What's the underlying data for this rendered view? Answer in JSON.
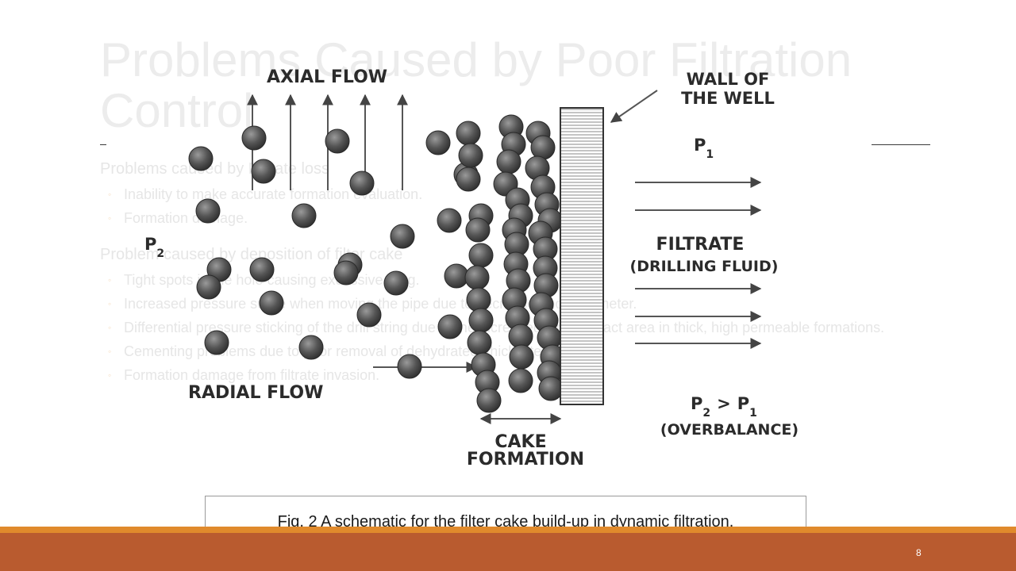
{
  "slide": {
    "title": "Problems Caused by Poor Filtration Control",
    "page_number": "8"
  },
  "body": {
    "sections": [
      {
        "heading": "Problems caused by Filtrate loss",
        "bullets": [
          "Inability to make accurate formation evaluation.",
          "Formation damage."
        ]
      },
      {
        "heading": "Problem caused by deposition of filter cake",
        "bullets": [
          "Tight spots in the hole causing excessive drag.",
          "Increased pressure surge when moving the pipe due to decreased hole diameter.",
          "Differential pressure sticking of the drill string due to the increased pipe contact area in thick, high permeable formations.",
          "Cementing problems due to poor removal of dehydrated, thick filter cake.",
          "Formation damage from filtrate invasion."
        ]
      }
    ]
  },
  "diagram": {
    "axial_flow": "AXIAL FLOW",
    "radial_flow": "RADIAL FLOW",
    "wall_line1": "WALL OF",
    "wall_line2": "THE WELL",
    "p1_letter": "P",
    "p1_sub": "1",
    "p2_letter": "P",
    "p2_sub": "2",
    "filtrate": "FILTRATE",
    "drilling_fluid": "(DRILLING FLUID)",
    "cake_line1": "CAKE",
    "cake_line2": "FORMATION",
    "relation_p2": "P",
    "relation_p2_sub": "2",
    "relation_gt": ">",
    "relation_p1": "P",
    "relation_p1_sub": "1",
    "overbalance": "(OVERBALANCE)"
  },
  "caption": "Fig. 2 A schematic for the filter cake build-up in dynamic filtration.",
  "colors": {
    "band_orange": "#e08a2c",
    "band_rust": "#b95b2f",
    "bullet_tint": "#f6dfc5"
  }
}
